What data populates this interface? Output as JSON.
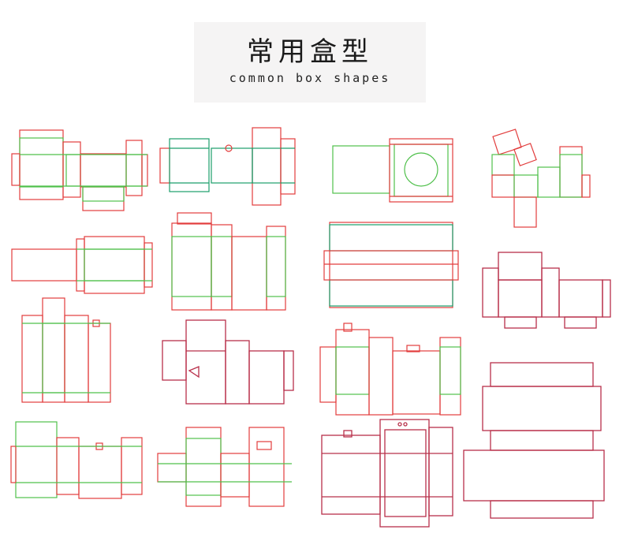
{
  "header": {
    "title_cn": "常用盒型",
    "title_en": "common box shapes"
  },
  "colors": {
    "cut_line": "#e23c3c",
    "fold_line": "#4fc04b",
    "fold_line_dark": "#1a9e6a",
    "crease_line": "#b8304a",
    "background": "#ffffff",
    "title_card": "#f5f4f4"
  },
  "dielines_count": 16
}
